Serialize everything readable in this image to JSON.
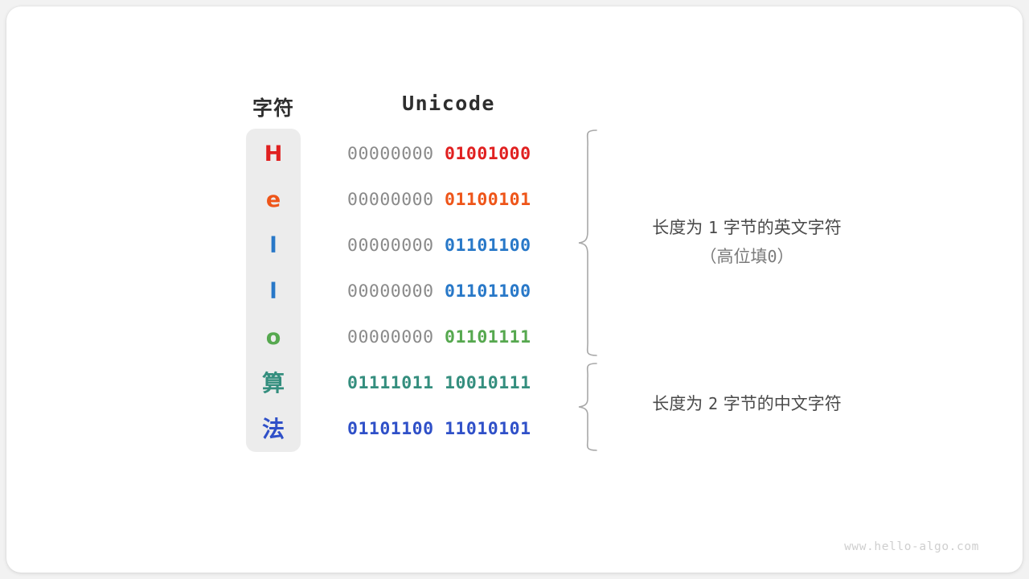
{
  "card": {
    "background": "#ffffff",
    "page_background": "#f2f2f2"
  },
  "headers": {
    "character": "字符",
    "encoding": "Unicode"
  },
  "colors": {
    "char_column_background": "#ececec",
    "high_byte_gray": "#8a8a8a",
    "header_text": "#2e2e2e",
    "annotation_text": "#4a4a4a",
    "annotation_sub_text": "#7a7a7a",
    "brace_stroke": "#a8a8a8",
    "watermark": "#cfcfcf"
  },
  "rows": [
    {
      "char": "H",
      "color": "#e02020",
      "script": "latin",
      "high": "00000000",
      "low": "01001000",
      "both_bold": false
    },
    {
      "char": "e",
      "color": "#ee5519",
      "script": "latin",
      "high": "00000000",
      "low": "01100101",
      "both_bold": false
    },
    {
      "char": "l",
      "color": "#2878c8",
      "script": "latin",
      "high": "00000000",
      "low": "01101100",
      "both_bold": false
    },
    {
      "char": "l",
      "color": "#2878c8",
      "script": "latin",
      "high": "00000000",
      "low": "01101100",
      "both_bold": false
    },
    {
      "char": "o",
      "color": "#56a84f",
      "script": "latin",
      "high": "00000000",
      "low": "01101111",
      "both_bold": false
    },
    {
      "char": "算",
      "color": "#348e7e",
      "script": "cjk",
      "high": "01111011",
      "low": "10010111",
      "both_bold": true
    },
    {
      "char": "法",
      "color": "#2f50c8",
      "script": "cjk",
      "high": "01101100",
      "low": "11010101",
      "both_bold": true
    }
  ],
  "annotations": [
    {
      "line1_prefix": "长度为",
      "line1_value": "1",
      "line1_suffix": "字节的英文字符",
      "line2_prefix": "（高位填",
      "line2_value": "0",
      "line2_suffix": "）",
      "covers_rows": "1-5"
    },
    {
      "line1_prefix": "长度为",
      "line1_value": "2",
      "line1_suffix": "字节的中文字符",
      "line2_prefix": "",
      "line2_value": "",
      "line2_suffix": "",
      "covers_rows": "6-7"
    }
  ],
  "watermark": "www.hello-algo.com"
}
